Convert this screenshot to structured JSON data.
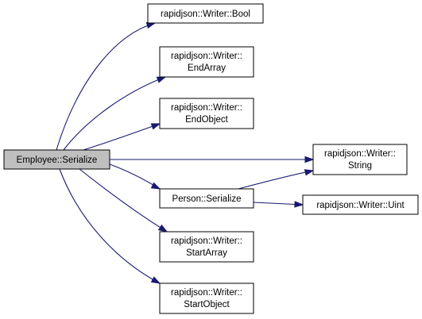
{
  "colors": {
    "edge": "#191970",
    "root_fill": "#bfbfbf",
    "node_fill": "#ffffff",
    "node_border": "#000000"
  },
  "nodes": {
    "employee_serialize": [
      "Employee::Serialize"
    ],
    "writer_bool": [
      "rapidjson::Writer::Bool"
    ],
    "writer_endarray": [
      "rapidjson::Writer::",
      "EndArray"
    ],
    "writer_endobject": [
      "rapidjson::Writer::",
      "EndObject"
    ],
    "writer_string": [
      "rapidjson::Writer::",
      "String"
    ],
    "person_serialize": [
      "Person::Serialize"
    ],
    "writer_uint": [
      "rapidjson::Writer::Uint"
    ],
    "writer_startarray": [
      "rapidjson::Writer::",
      "StartArray"
    ],
    "writer_startobject": [
      "rapidjson::Writer::",
      "StartObject"
    ]
  }
}
